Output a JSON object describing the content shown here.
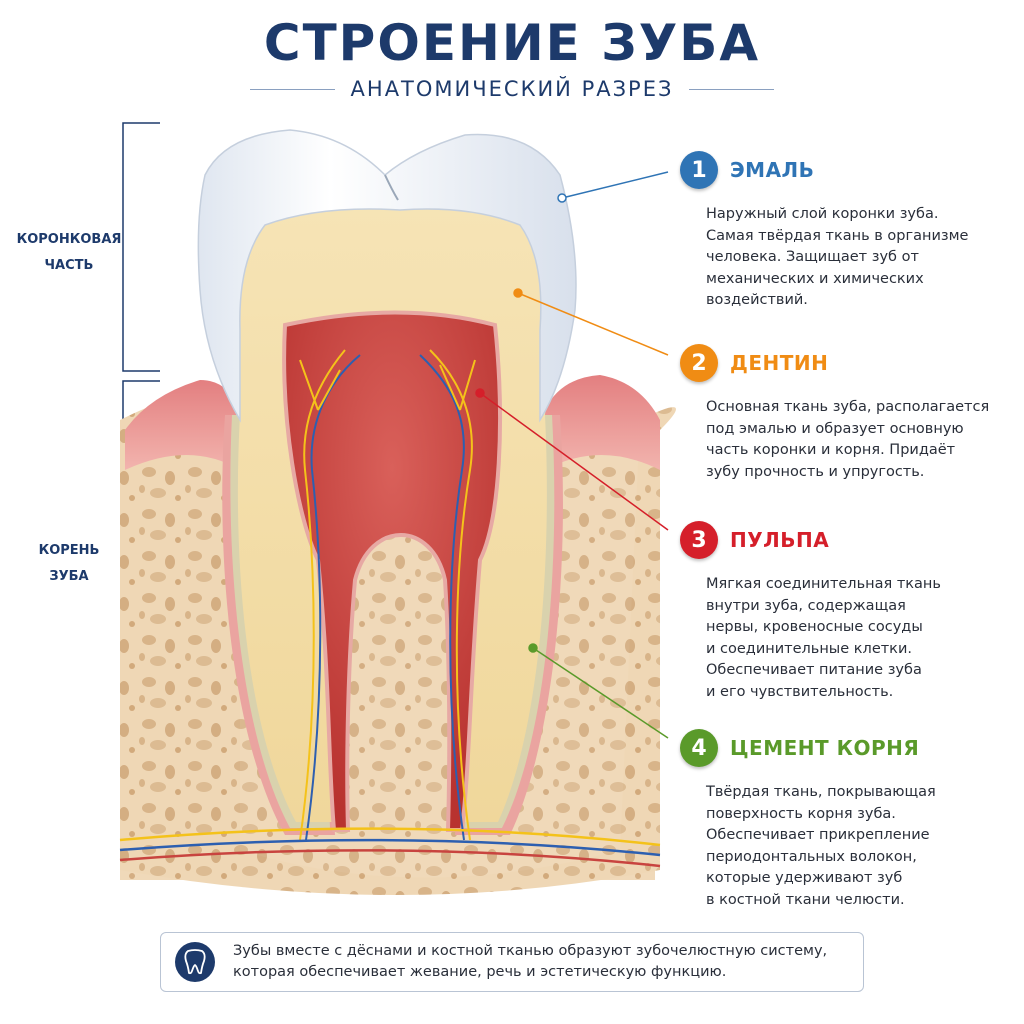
{
  "header": {
    "title": "СТРОЕНИЕ ЗУБА",
    "subtitle": "АНАТОМИЧЕСКИЙ РАЗРЕЗ"
  },
  "side_labels": {
    "crown": "КОРОНКОВАЯ\nЧАСТЬ",
    "root": "КОРЕНЬ\nЗУБА"
  },
  "callouts": [
    {
      "number": "1",
      "title": "ЭМАЛЬ",
      "color": "#2f74b5",
      "description": "Наружный слой коронки зуба.\nСамая твёрдая ткань в организме\nчеловека. Защищает зуб от\nмеханических и химических\nвоздействий."
    },
    {
      "number": "2",
      "title": "ДЕНТИН",
      "color": "#f08c14",
      "description": "Основная ткань зуба, располагается\nпод эмалью и образует основную\nчасть коронки и корня. Придаёт\nзубу прочность и упругость."
    },
    {
      "number": "3",
      "title": "ПУЛЬПА",
      "color": "#d51f2a",
      "description": "Мягкая соединительная ткань\nвнутри зуба, содержащая\nнервы, кровеносные сосуды\nи соединительные клетки.\nОбеспечивает питание зуба\nи его чувствительность."
    },
    {
      "number": "4",
      "title": "ЦЕМЕНТ КОРНЯ",
      "color": "#5a9a2a",
      "description": "Твёрдая ткань, покрывающая\nповерхность корня зуба.\nОбеспечивает прикрепление\nпериодонтальных волокон,\nкоторые удерживают зуб\nв костной ткани челюсти."
    }
  ],
  "footer": {
    "icon": "tooth-icon",
    "text": "Зубы вместе с дёснами и костной тканью образуют зубочелюстную систему,\nкоторая обеспечивает жевание, речь и эстетическую функцию."
  },
  "colors": {
    "navy": "#1d3a6b",
    "enamel": "#f4f7fb",
    "dentin": "#f3dba0",
    "pulp": "#c8443f",
    "cementum": "#d9d2ad",
    "gum": "#e48d8d",
    "bone": "#efd7b5"
  }
}
